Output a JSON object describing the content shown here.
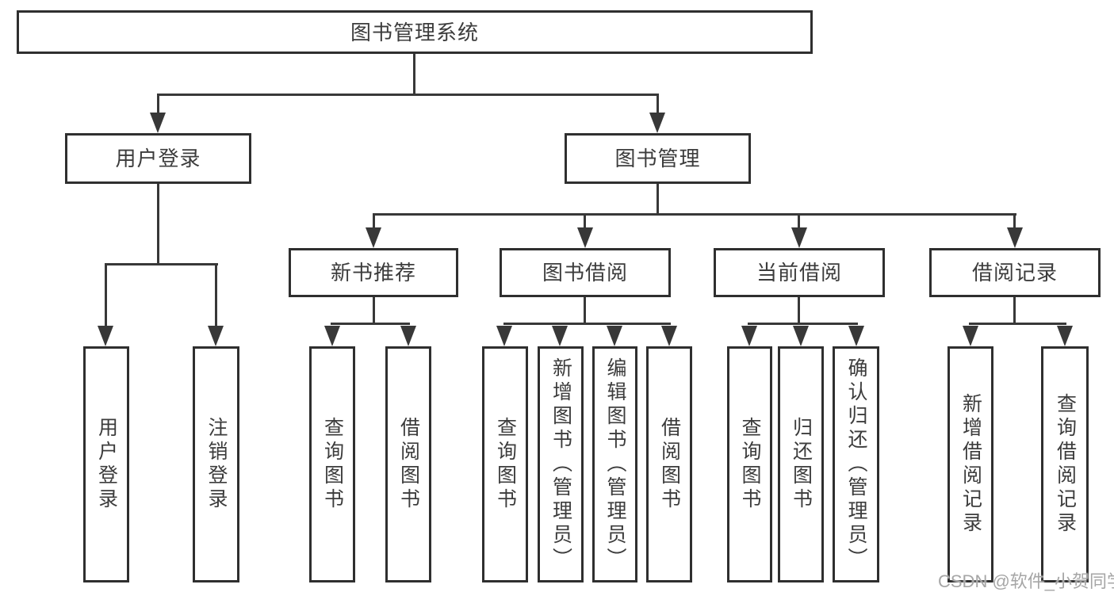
{
  "nodes": {
    "root": "图书管理系统",
    "l2": [
      "用户登录",
      "图书管理"
    ],
    "l3": [
      "新书推荐",
      "图书借阅",
      "当前借阅",
      "借阅记录"
    ],
    "leaves": [
      "用户登录",
      "注销登录",
      "查询图书",
      "借阅图书",
      "查询图书",
      "新增图书（管理员）",
      "编辑图书（管理员）",
      "借阅图书",
      "查询图书",
      "归还图书",
      "确认归还（管理员）",
      "新增借阅记录",
      "查询借阅记录"
    ]
  },
  "watermark": "CSDN @软件_小贺同学",
  "colors": {
    "line": "#383838",
    "border": "#2f2f2f",
    "text": "#3c3c3c",
    "watermark": "#a6a6a6",
    "background": "#ffffff"
  }
}
